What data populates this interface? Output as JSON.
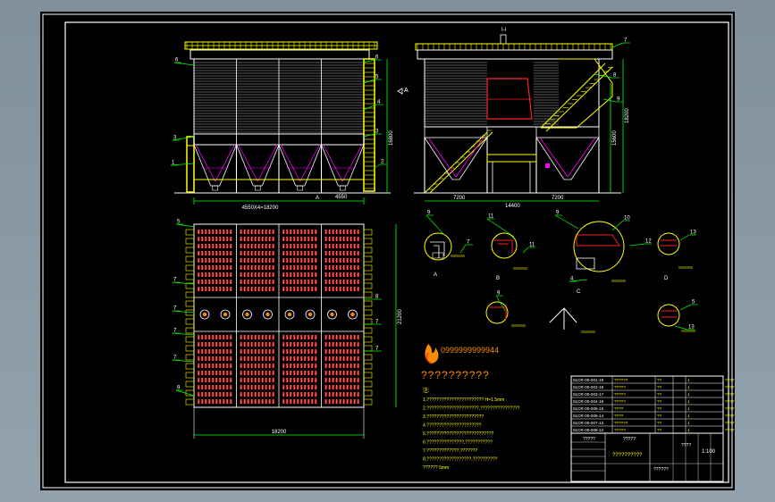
{
  "colors": {
    "sheet": "#000000",
    "frame": "#ffffff",
    "yellow": "#ffff00",
    "green": "#00ff00",
    "white": "#ffffff",
    "magenta": "#ff00ff",
    "red": "#ff2020",
    "orange": "#ff8c00",
    "cyan": "#00c8ff"
  },
  "views": {
    "front": {
      "callouts": [
        "6",
        "5",
        "4",
        "3",
        "1",
        "6",
        "5",
        "4",
        "3",
        "2"
      ],
      "dim_bottom": "4550X4=18200",
      "dim_right": "4550",
      "dim_vertical": "16800",
      "section_mark": "A"
    },
    "side": {
      "title": "I-I",
      "arrow_label": "A",
      "callouts": [
        "7",
        "8",
        "9"
      ],
      "dim_left": "7200",
      "dim_right": "7200",
      "dim_total": "14400",
      "dim_vertical_inner": "15600",
      "dim_vertical_outer": "18200"
    },
    "plan": {
      "callouts_left": [
        "7",
        "7",
        "7",
        "7"
      ],
      "callouts_right": [
        "8",
        "7",
        "7"
      ],
      "callout_top": "5",
      "callout_bottom": "9",
      "dim_width": "18200",
      "dim_height": "21200"
    }
  },
  "details": {
    "callouts": [
      "9",
      "11",
      "9",
      "10",
      "7",
      "11",
      "12",
      "13",
      "4",
      "5",
      "9",
      "13"
    ],
    "labels": [
      "A",
      "B",
      "C",
      "D"
    ]
  },
  "logo": {
    "number": "0999999999944"
  },
  "heading": "??????????",
  "notes": {
    "title": "注:",
    "lines": [
      "1.??????????????????????? H=1.5mm",
      "2.?????????????????????,????????????????",
      "3.???????????????????????",
      "4.??????????????????????",
      "5.???????????????????????????",
      "6.???????????????,???????????",
      "7.?????????????,???????",
      "8.??????????????????,??????????",
      "?????? 5mm"
    ]
  },
  "title_block": {
    "rows": [
      [
        "01CR-09-001-19",
        "??????",
        "??",
        "1",
        "?????????"
      ],
      [
        "01CR-09-002-18",
        "?????",
        "??",
        "1",
        "??????"
      ],
      [
        "01CR-09-003-17",
        "?????",
        "??",
        "1",
        "??????"
      ],
      [
        "01CR-09-004-16",
        "?????",
        "??",
        "1",
        "??????"
      ],
      [
        "01CR-09-005-15",
        "????",
        "??",
        "1",
        "??????"
      ],
      [
        "01CR-09-006-14",
        "????",
        "??",
        "1",
        "??????"
      ],
      [
        "01CR-09-007-13",
        "??????",
        "??",
        "1",
        "??????"
      ],
      [
        "01CR-09-008-12",
        "?????",
        "??",
        "1",
        "??????"
      ]
    ],
    "stamp_left": "?????",
    "stamp_mid": "?????",
    "drawing_title": "??????????",
    "drawing_no": "??????",
    "scale": "????",
    "sheet": "1:100"
  }
}
